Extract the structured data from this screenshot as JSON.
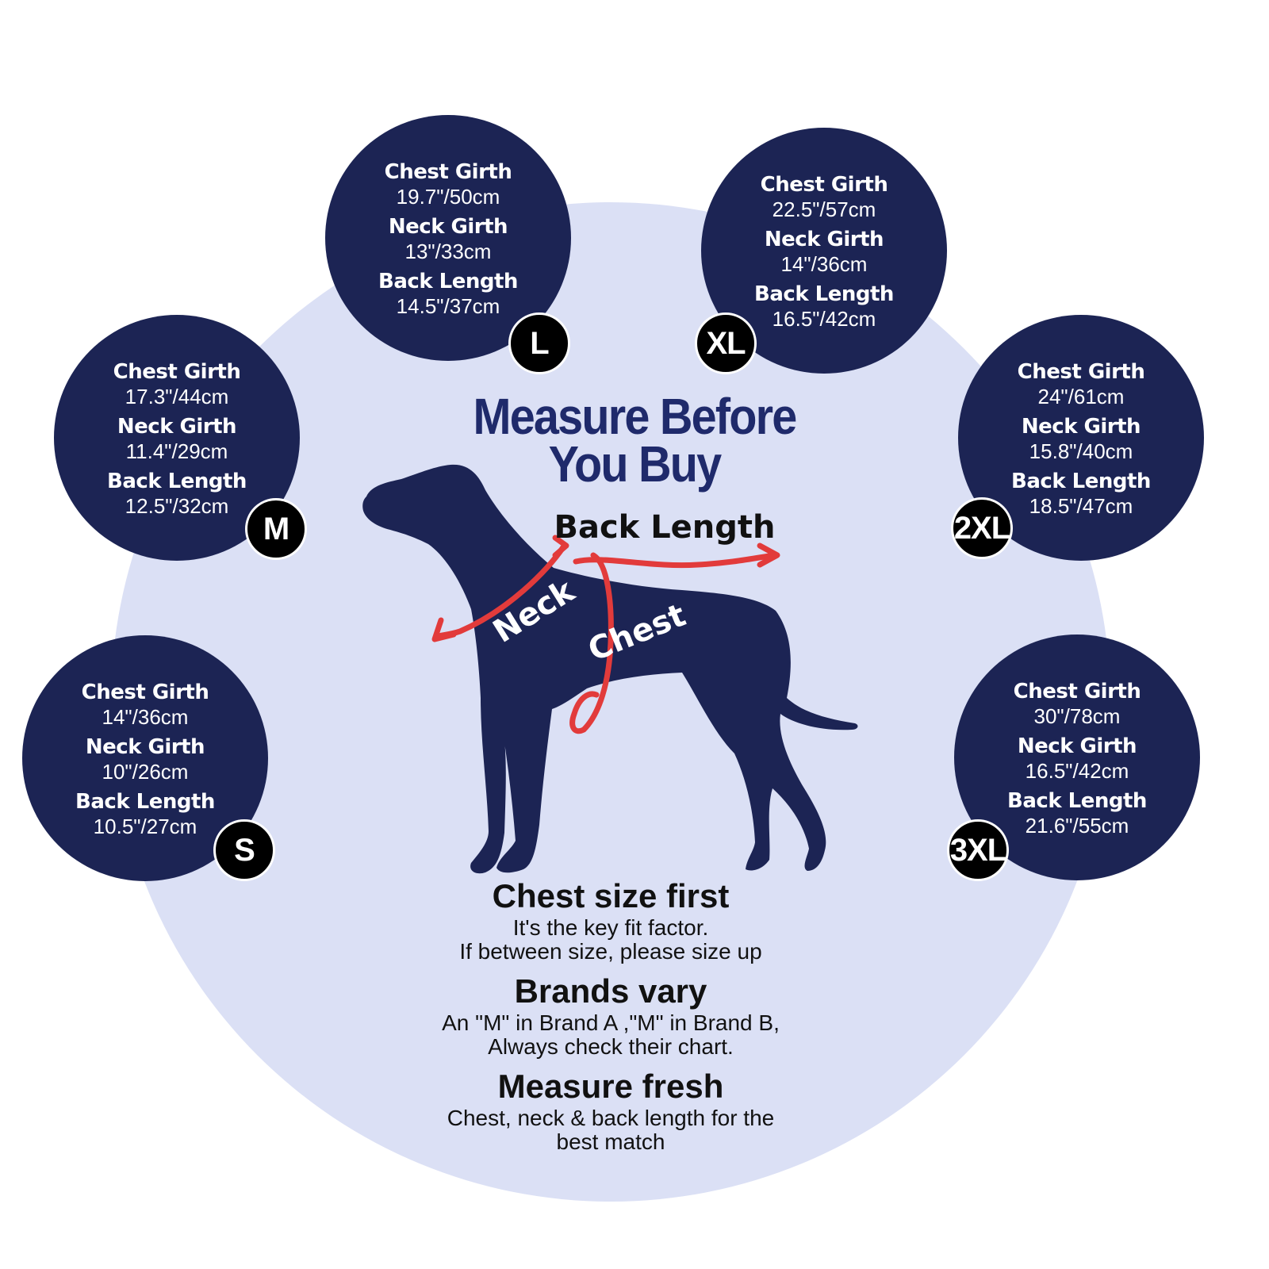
{
  "title_line1": "Measure Before",
  "title_line2": "You Buy",
  "colors": {
    "navy": "#1c2454",
    "background": "#dbe0f5",
    "accent_red": "#e23b3b"
  },
  "diagram": {
    "back_length_label": "Back Length",
    "neck_label": "Neck",
    "chest_label": "Chest"
  },
  "sizes": {
    "l": {
      "badge": "L",
      "chest_label": "Chest Girth",
      "chest": "19.7\"/50cm",
      "neck_label": "Neck Girth",
      "neck": "13\"/33cm",
      "back_label": "Back Length",
      "back": "14.5\"/37cm"
    },
    "xl": {
      "badge": "XL",
      "chest_label": "Chest Girth",
      "chest": "22.5\"/57cm",
      "neck_label": "Neck Girth",
      "neck": "14\"/36cm",
      "back_label": "Back Length",
      "back": "16.5\"/42cm"
    },
    "m": {
      "badge": "M",
      "chest_label": "Chest Girth",
      "chest": "17.3\"/44cm",
      "neck_label": "Neck Girth",
      "neck": "11.4\"/29cm",
      "back_label": "Back Length",
      "back": "12.5\"/32cm"
    },
    "xxl": {
      "badge": "2XL",
      "chest_label": "Chest Girth",
      "chest": "24\"/61cm",
      "neck_label": "Neck Girth",
      "neck": "15.8\"/40cm",
      "back_label": "Back Length",
      "back": "18.5\"/47cm"
    },
    "s": {
      "badge": "S",
      "chest_label": "Chest Girth",
      "chest": "14\"/36cm",
      "neck_label": "Neck Girth",
      "neck": "10\"/26cm",
      "back_label": "Back Length",
      "back": "10.5\"/27cm"
    },
    "xxxl": {
      "badge": "3XL",
      "chest_label": "Chest Girth",
      "chest": "30\"/78cm",
      "neck_label": "Neck Girth",
      "neck": "16.5\"/42cm",
      "back_label": "Back Length",
      "back": "21.6\"/55cm"
    }
  },
  "tips": {
    "t1_head": "Chest size first",
    "t1_body": "It's the key fit factor.\nIf between size, please size up",
    "t2_head": "Brands vary",
    "t2_body": "An \"M\" in Brand A ,\"M\" in Brand B,\nAlways check their chart.",
    "t3_head": "Measure fresh",
    "t3_body": "Chest, neck & back length for the\nbest match"
  }
}
